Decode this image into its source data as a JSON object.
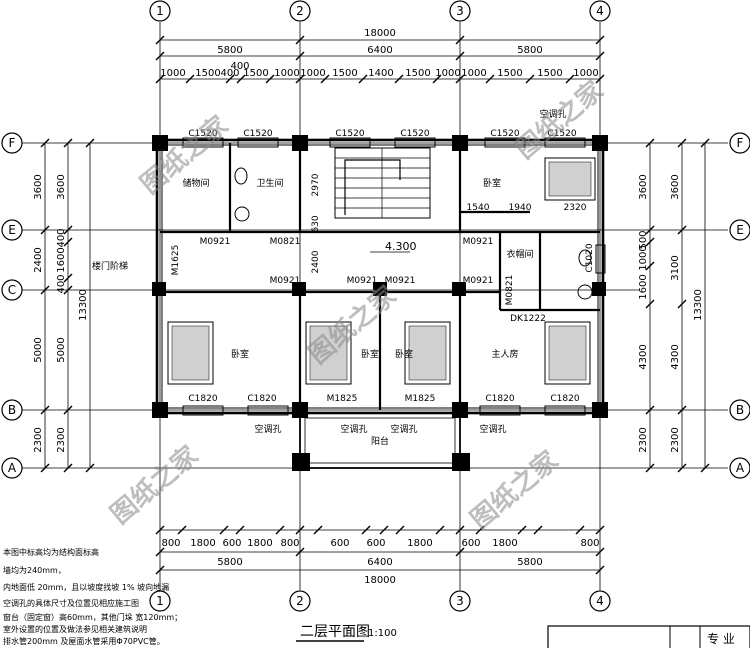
{
  "drawing": {
    "title": "二层平面图",
    "scale": "1:100",
    "elevation": "4.300",
    "title_block_label": "专 业"
  },
  "axes": {
    "columns": [
      "1",
      "2",
      "3",
      "4"
    ],
    "rows": [
      "F",
      "E",
      "C",
      "B",
      "A"
    ]
  },
  "dimensions": {
    "top_total": "18000",
    "top_spans": [
      "5800",
      "6400",
      "5800"
    ],
    "top_details": [
      "1000",
      "1500",
      "400",
      "1500",
      "1000",
      "1000",
      "1500",
      "1400",
      "1500",
      "1000",
      "1000",
      "1500",
      "1500",
      "1000"
    ],
    "top_detail_extra": "400",
    "bottom_details": [
      "800",
      "1800",
      "600",
      "1800",
      "800",
      "600",
      "600",
      "1800",
      "600",
      "1800",
      "800"
    ],
    "bottom_spans": [
      "5800",
      "6400",
      "5800"
    ],
    "bottom_total": "18000",
    "left_outer": [
      "3600",
      "2400",
      "5000",
      "2300"
    ],
    "left_inner": [
      "3600",
      "400",
      "1600",
      "400",
      "5000",
      "2300"
    ],
    "left_total": "13300",
    "right_outer": [
      "3600",
      "3100",
      "4300",
      "2300"
    ],
    "right_inner": [
      "3600",
      "500",
      "1000",
      "1600",
      "4300",
      "2300"
    ],
    "right_total": "13300",
    "interior": [
      "2970",
      "630",
      "2400",
      "1540",
      "1940",
      "2320"
    ]
  },
  "rooms": {
    "storage": "储物间",
    "toilet": "卫生间",
    "bedroom_ne": "卧室",
    "cloakroom": "衣帽间",
    "stair_landing": "楼门阶梯",
    "bedroom_1": "卧室",
    "bedroom_2": "卧室",
    "bedroom_3": "卧室",
    "master_bedroom": "主人房",
    "balcony": "阳台"
  },
  "openings": {
    "windows_top": [
      "C1520",
      "C1520",
      "C1520",
      "C1520",
      "C1520",
      "C1520"
    ],
    "windows_bottom": [
      "C1820",
      "C1820",
      "C1820",
      "C1820"
    ],
    "doors": [
      "M0921",
      "M0821",
      "M0921",
      "M0921",
      "M0921",
      "M0921",
      "M0921",
      "M0821"
    ],
    "door_m1625": "M1625",
    "doors_balcony": [
      "M1825",
      "M1825"
    ],
    "window_right": "C1020",
    "dk": "DK1222",
    "ac_holes": [
      "空调孔",
      "空调孔",
      "空调孔",
      "空调孔",
      "空调孔"
    ]
  },
  "watermark": [
    "图纸之家",
    "图纸之家",
    "图纸之家",
    "图纸之家",
    "图纸之家"
  ],
  "notes": [
    "本图中标高均为结构面标高",
    "墙均为240mm，",
    "内地面低 20mm，且以坡度找坡 1%  坡向地漏",
    "空调孔的具体尺寸及位置见相应施工图",
    "窗台（固定窗）高60mm，其他门垛 宽120mm；",
    "室外设置的位置及做法参见相关建筑说明",
    "排水管200mm 及屋面水管采用Φ70PVC管。"
  ]
}
